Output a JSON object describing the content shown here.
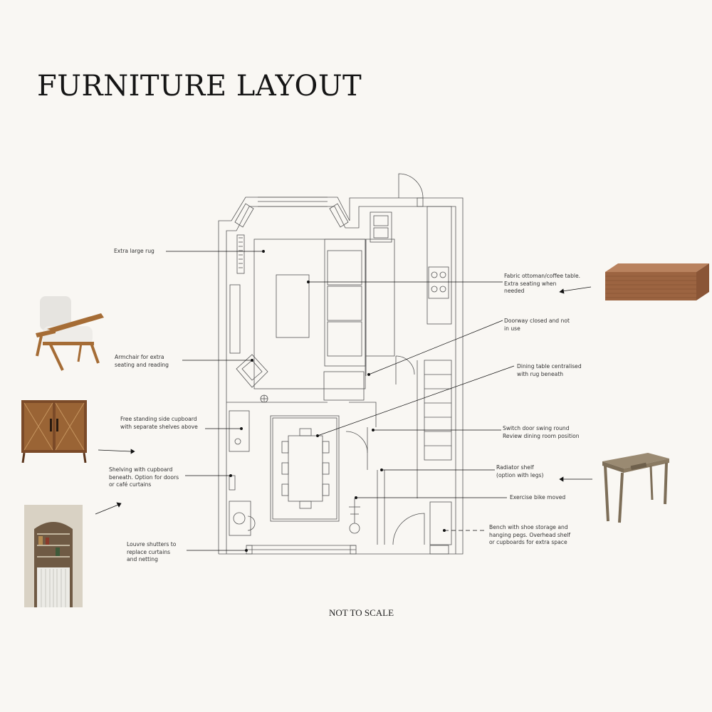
{
  "title": "FURNITURE LAYOUT",
  "footer": "NOT TO SCALE",
  "annotations": {
    "rug": "Extra large rug",
    "ottoman": "Fabric ottoman/coffee table.\nExtra seating when\nneeded",
    "doorway": "Doorway closed and not\nin use",
    "armchair": "Armchair for extra\nseating and reading",
    "dining_table": "Dining table centralised\nwith rug beneath",
    "side_cupboard": "Free standing side cupboard\nwith separate shelves above",
    "switch_door": "Switch door swing round\nReview dining room position",
    "shelving": "Shelving with cupboard\nbeneath. Option for doors\nor café curtains",
    "radiator_shelf": "Radiator shelf\n(option with legs)",
    "exercise_bike": "Exercise bike moved",
    "bench": "Bench with shoe storage and\nhanging pegs. Overhead shelf\nor cupboards for extra space",
    "louvre": "Louvre shutters to\nreplace curtains\nand netting"
  },
  "images": {
    "armchair": "armchair-photo",
    "cupboard": "side-cupboard-photo",
    "alcove": "alcove-shelving-photo",
    "ottoman": "ottoman-photo",
    "console": "console-table-photo"
  }
}
